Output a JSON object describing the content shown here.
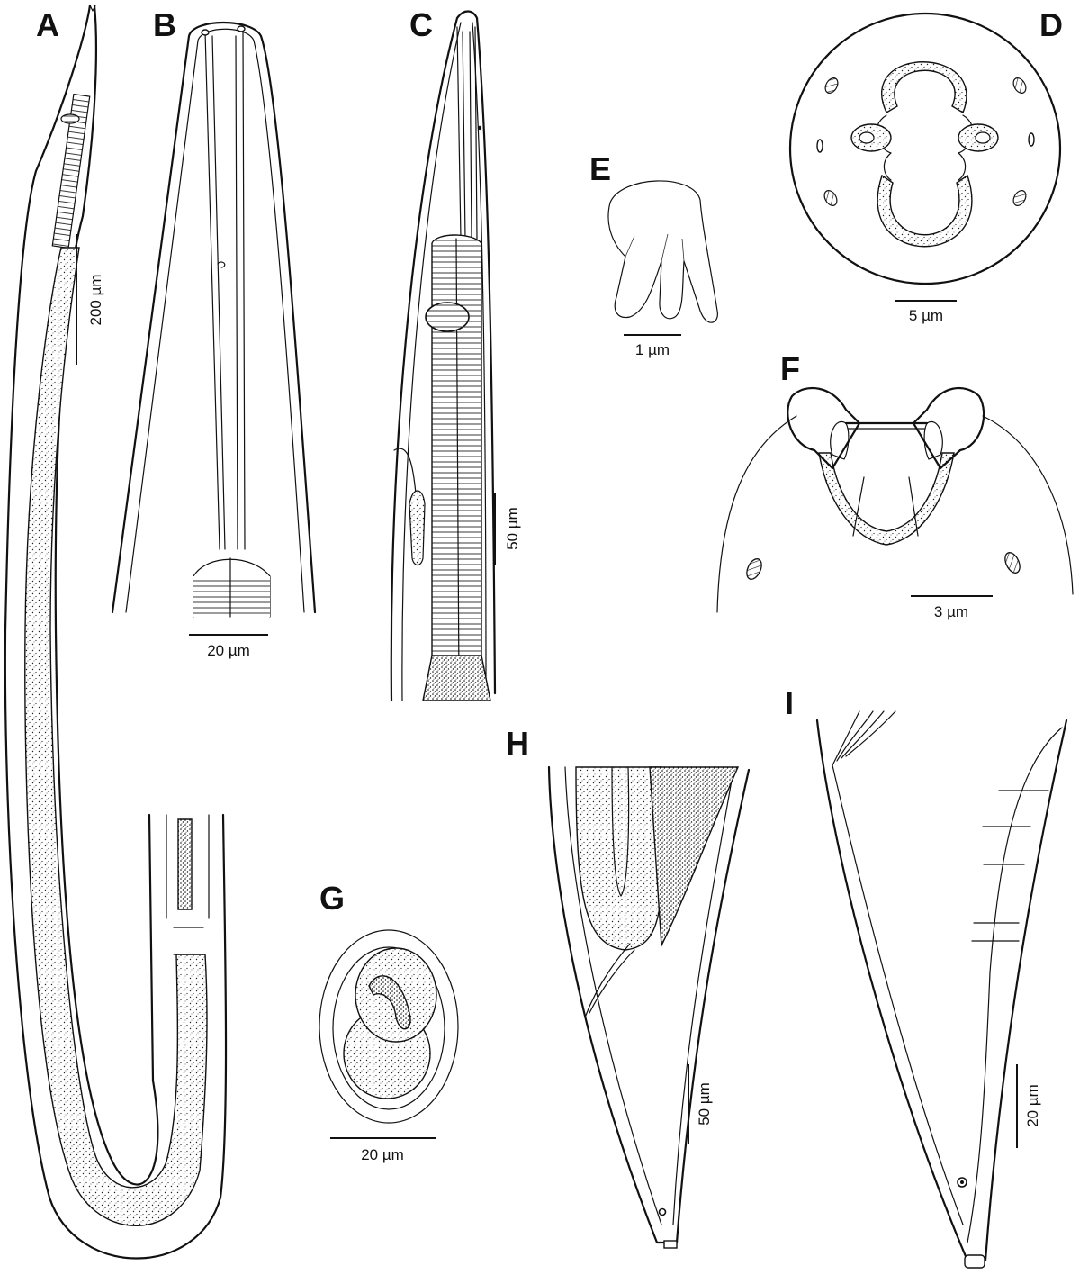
{
  "figure": {
    "panels": [
      {
        "letter": "A",
        "scale_label": "200 µm"
      },
      {
        "letter": "B",
        "scale_label": "20 µm"
      },
      {
        "letter": "C",
        "scale_label": "50 µm"
      },
      {
        "letter": "D",
        "scale_label": "5 µm"
      },
      {
        "letter": "E",
        "scale_label": "1 µm"
      },
      {
        "letter": "F",
        "scale_label": "3 µm"
      },
      {
        "letter": "G",
        "scale_label": "20 µm"
      },
      {
        "letter": "H",
        "scale_label": "50 µm"
      },
      {
        "letter": "I",
        "scale_label": "20 µm"
      }
    ]
  }
}
